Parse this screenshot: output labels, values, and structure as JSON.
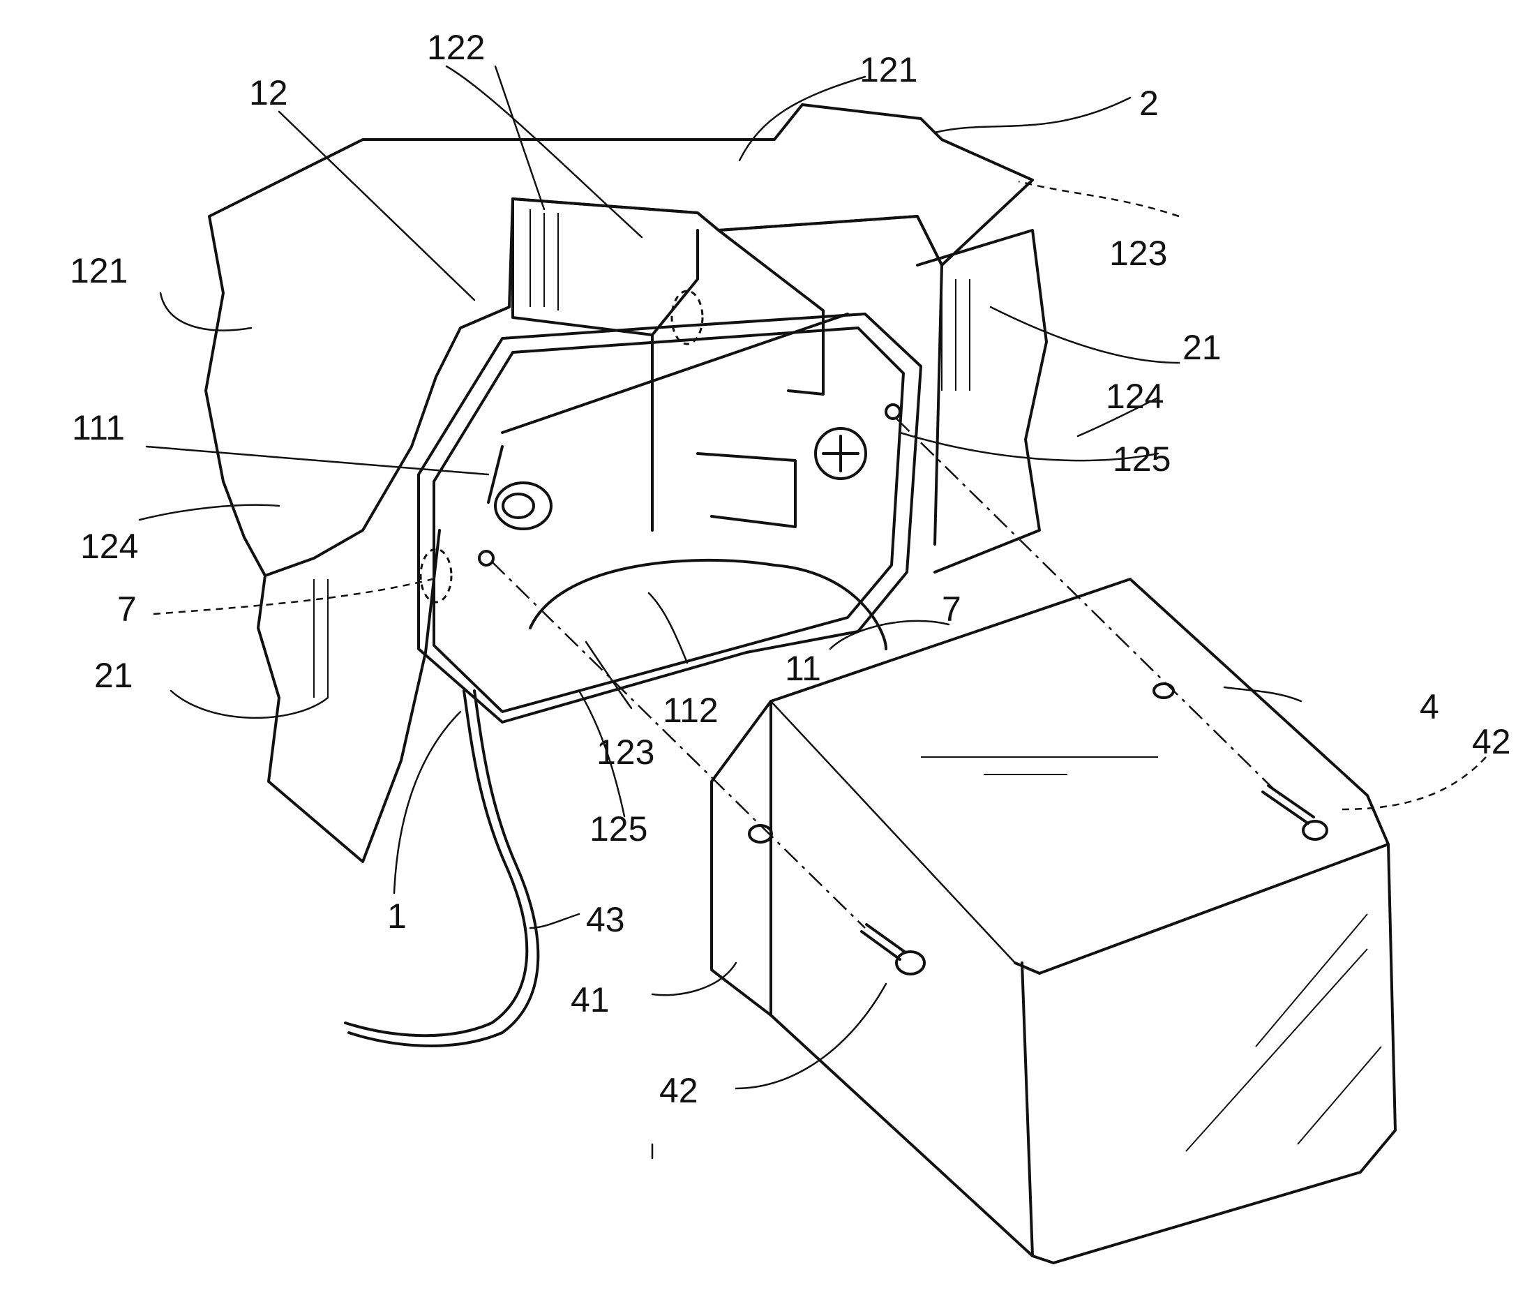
{
  "figure": {
    "callouts": [
      {
        "id": "122",
        "text": "122"
      },
      {
        "id": "12",
        "text": "12"
      },
      {
        "id": "121-top",
        "text": "121"
      },
      {
        "id": "2",
        "text": "2"
      },
      {
        "id": "123-right",
        "text": "123"
      },
      {
        "id": "121-left",
        "text": "121"
      },
      {
        "id": "21-right",
        "text": "21"
      },
      {
        "id": "124-right",
        "text": "124"
      },
      {
        "id": "111",
        "text": "111"
      },
      {
        "id": "125-right",
        "text": "125"
      },
      {
        "id": "124-left",
        "text": "124"
      },
      {
        "id": "7-left",
        "text": "7"
      },
      {
        "id": "7-right",
        "text": "7"
      },
      {
        "id": "21-left",
        "text": "21"
      },
      {
        "id": "11",
        "text": "11"
      },
      {
        "id": "112",
        "text": "112"
      },
      {
        "id": "4",
        "text": "4"
      },
      {
        "id": "42-right",
        "text": "42"
      },
      {
        "id": "123-bottom",
        "text": "123"
      },
      {
        "id": "125-bottom",
        "text": "125"
      },
      {
        "id": "1",
        "text": "1"
      },
      {
        "id": "43",
        "text": "43"
      },
      {
        "id": "41",
        "text": "41"
      },
      {
        "id": "42-bottom",
        "text": "42"
      }
    ]
  },
  "colors": {
    "ink": "#111111",
    "paper": "#ffffff"
  }
}
